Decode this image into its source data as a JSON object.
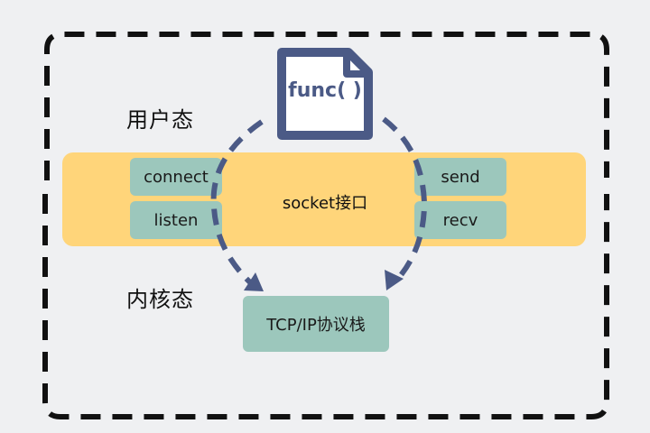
{
  "regions": {
    "user_space": "用户态",
    "kernel_space": "内核态"
  },
  "socket": {
    "title": "socket接口",
    "left_calls": [
      "connect",
      "listen"
    ],
    "right_calls": [
      "send",
      "recv"
    ]
  },
  "stack": {
    "label": "TCP/IP协议栈"
  },
  "function_doc": {
    "label": "func( )"
  },
  "colors": {
    "background": "#eff0f2",
    "socket_band": "#ffd57a",
    "api_box": "#9cc7bc",
    "doc_icon": "#4b5a86",
    "frame": "#111111"
  }
}
